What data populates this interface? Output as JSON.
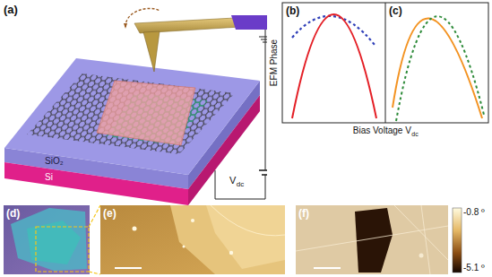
{
  "diagram": {
    "labels": [
      "(a)",
      "SiO₂",
      "Si",
      "V",
      "dc",
      "(b)",
      "(c)",
      "EFM Phase",
      "Bias Voltage V",
      "dc",
      "(d)",
      "(e)",
      "(f)",
      "-0.8 º",
      "-5.1 º"
    ]
  }
}
